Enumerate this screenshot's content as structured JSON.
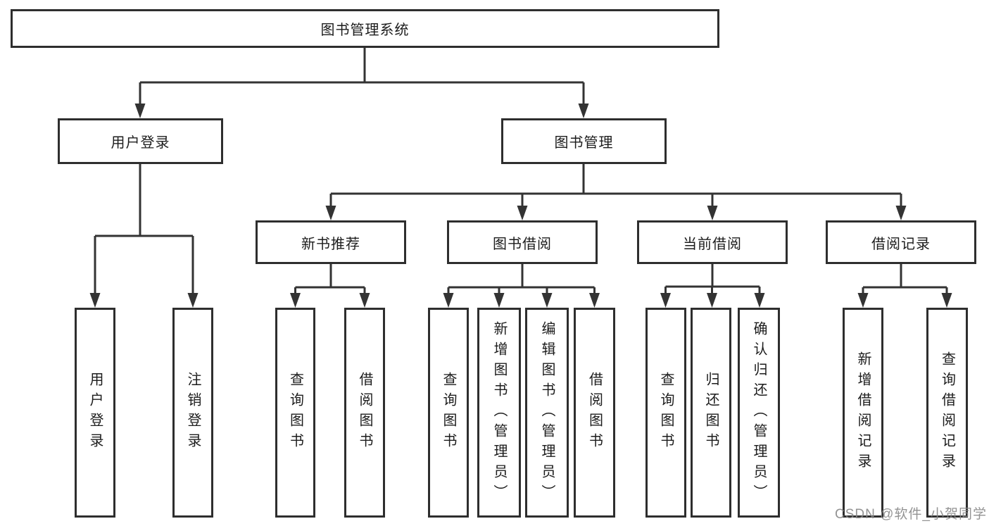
{
  "root": {
    "label": "图书管理系统"
  },
  "level2": {
    "user_login": {
      "label": "用户登录"
    },
    "book_management": {
      "label": "图书管理"
    }
  },
  "level3": {
    "new_book_recommend": {
      "label": "新书推荐"
    },
    "book_borrow": {
      "label": "图书借阅"
    },
    "current_borrow": {
      "label": "当前借阅"
    },
    "borrow_records": {
      "label": "借阅记录"
    }
  },
  "leaves": {
    "user_login": {
      "label": "用户登录"
    },
    "logout": {
      "label": "注销登录"
    },
    "recommend_query_books": {
      "label": "查询图书"
    },
    "recommend_borrow_books": {
      "label": "借阅图书"
    },
    "borrow_query_books": {
      "label": "查询图书"
    },
    "add_book_admin": {
      "label": "新增图书（管理员）"
    },
    "edit_book_admin": {
      "label": "编辑图书（管理员）"
    },
    "borrow_borrow_books": {
      "label": "借阅图书"
    },
    "current_query_books": {
      "label": "查询图书"
    },
    "return_book": {
      "label": "归还图书"
    },
    "confirm_return_admin": {
      "label": "确认归还（管理员）"
    },
    "add_borrow_record": {
      "label": "新增借阅记录"
    },
    "query_borrow_record": {
      "label": "查询借阅记录"
    }
  },
  "watermark": {
    "text": "CSDN @软件_小贺同学"
  },
  "colors": {
    "line": "#333333",
    "border": "#2e2e2e",
    "text": "#1c1c1c",
    "watermark": "#878787",
    "background": "#ffffff"
  }
}
